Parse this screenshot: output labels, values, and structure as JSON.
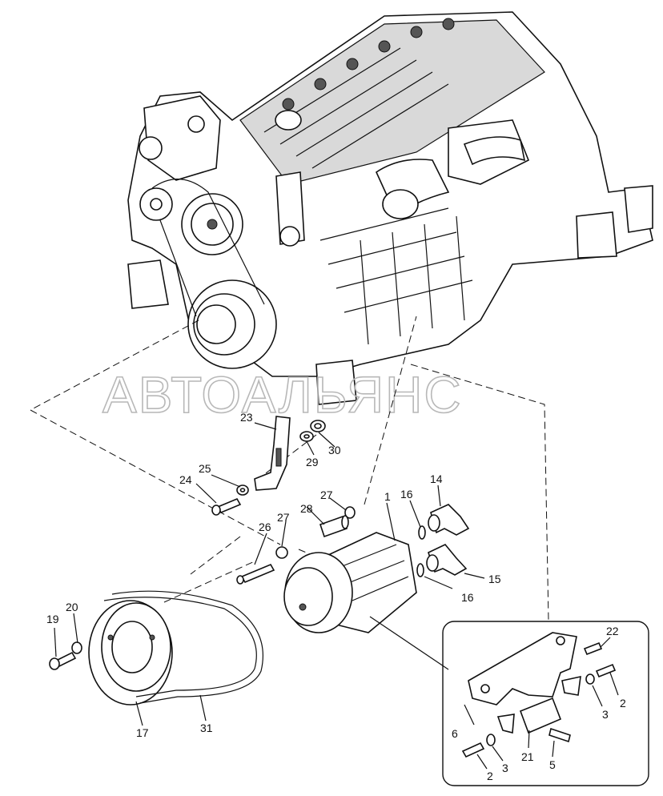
{
  "watermark": "АВТОАЛЬЯНС",
  "labels": {
    "l1": "1",
    "l2a": "2",
    "l2b": "2",
    "l3a": "3",
    "l3b": "3",
    "l5": "5",
    "l6": "6",
    "l14": "14",
    "l15": "15",
    "l16a": "16",
    "l16b": "16",
    "l17": "17",
    "l19": "19",
    "l20": "20",
    "l21": "21",
    "l22": "22",
    "l23": "23",
    "l24": "24",
    "l25": "25",
    "l26": "26",
    "l27a": "27",
    "l27b": "27",
    "l28": "28",
    "l29": "29",
    "l30": "30",
    "l31": "31"
  }
}
